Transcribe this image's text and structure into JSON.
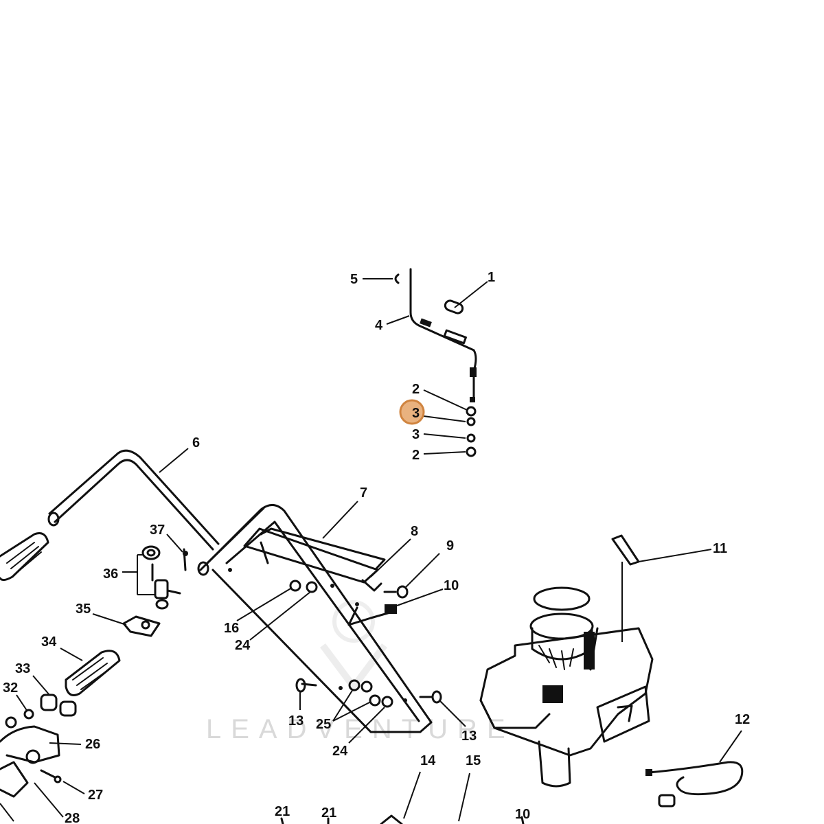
{
  "watermark": "LEADVENTURE",
  "highlight_color": "#e9b27f",
  "labels": {
    "l1": "1",
    "l2a": "2",
    "l2b": "2",
    "l3a": "3",
    "l3b": "3",
    "l4": "4",
    "l5": "5",
    "l6": "6",
    "l7": "7",
    "l8": "8",
    "l9": "9",
    "l10a": "10",
    "l10b": "10",
    "l11": "11",
    "l12": "12",
    "l13a": "13",
    "l13b": "13",
    "l14": "14",
    "l15": "15",
    "l16": "16",
    "l21a": "21",
    "l21b": "21",
    "l24a": "24",
    "l24b": "24",
    "l25": "25",
    "l26": "26",
    "l27": "27",
    "l28": "28",
    "l32": "32",
    "l33": "33",
    "l34": "34",
    "l35": "35",
    "l36": "36",
    "l37": "37"
  }
}
